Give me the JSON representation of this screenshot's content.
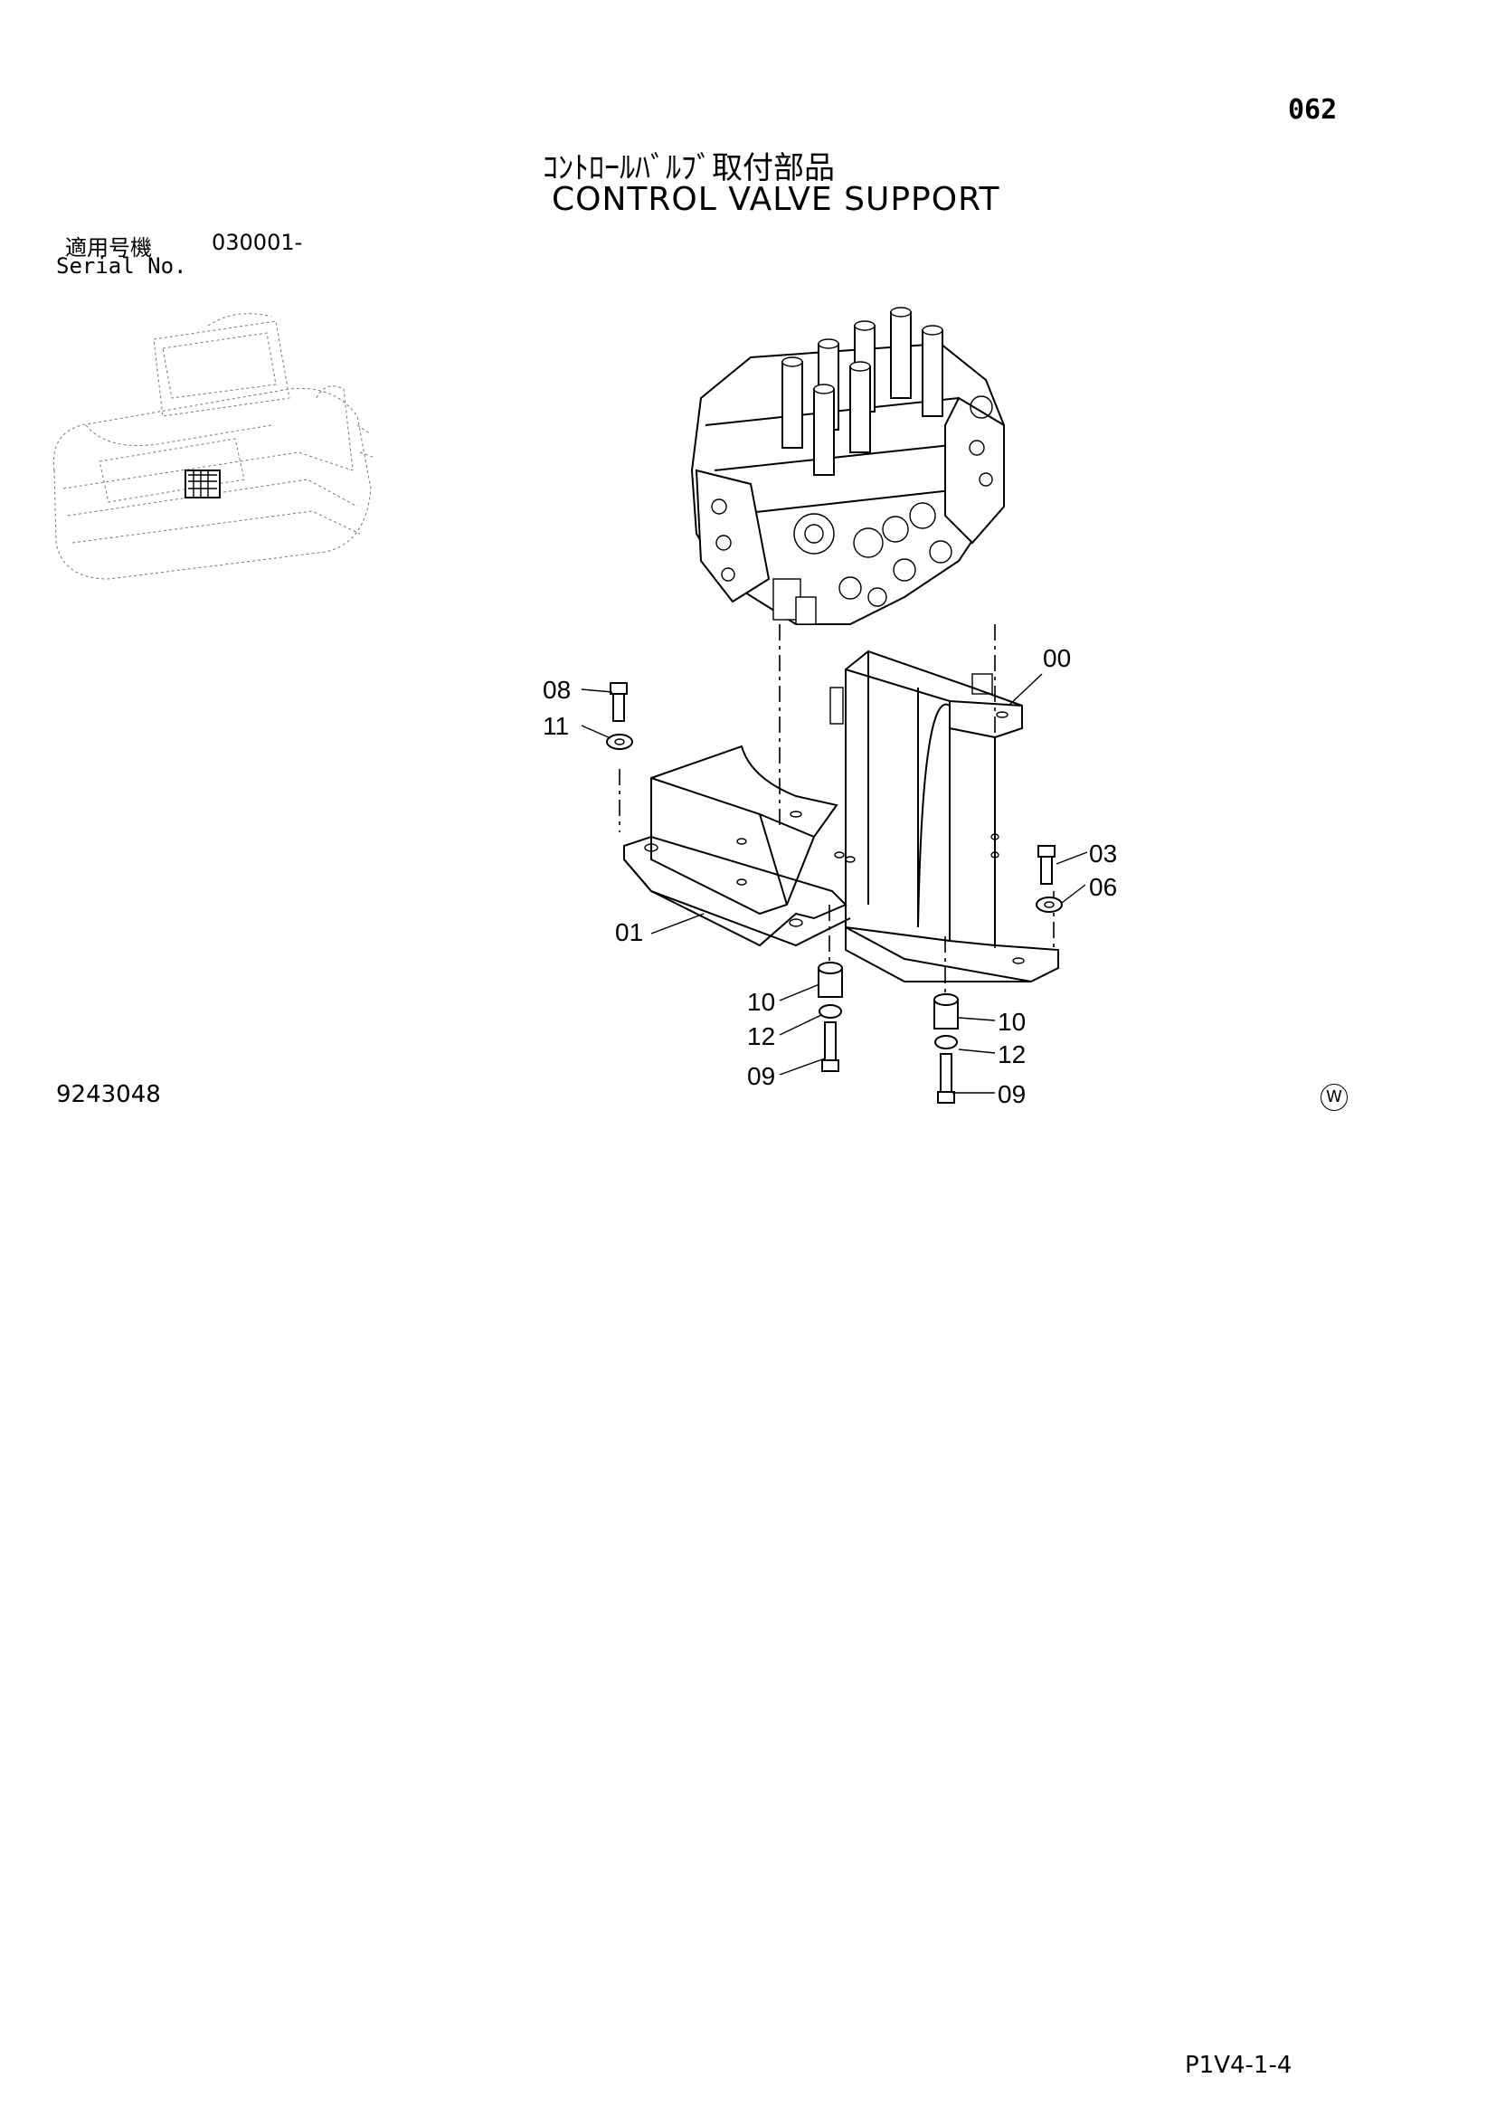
{
  "header": {
    "page_number": "062",
    "title_jp": "ｺﾝﾄﾛｰﾙﾊﾞﾙﾌﾞ取付部品",
    "title_en": "CONTROL VALVE SUPPORT"
  },
  "serial": {
    "label_jp": "適用号機",
    "value": "030001-",
    "label_en": "Serial No."
  },
  "callouts": [
    {
      "id": "00",
      "label": "00"
    },
    {
      "id": "01",
      "label": "01"
    },
    {
      "id": "03",
      "label": "03"
    },
    {
      "id": "06",
      "label": "06"
    },
    {
      "id": "08",
      "label": "08"
    },
    {
      "id": "11",
      "label": "11"
    },
    {
      "id": "10a",
      "label": "10"
    },
    {
      "id": "12a",
      "label": "12"
    },
    {
      "id": "09a",
      "label": "09"
    },
    {
      "id": "10b",
      "label": "10"
    },
    {
      "id": "12b",
      "label": "12"
    },
    {
      "id": "09b",
      "label": "09"
    }
  ],
  "footer": {
    "drawing_number": "9243048",
    "mark": "W",
    "page_ref": "P1V4-1-4"
  }
}
